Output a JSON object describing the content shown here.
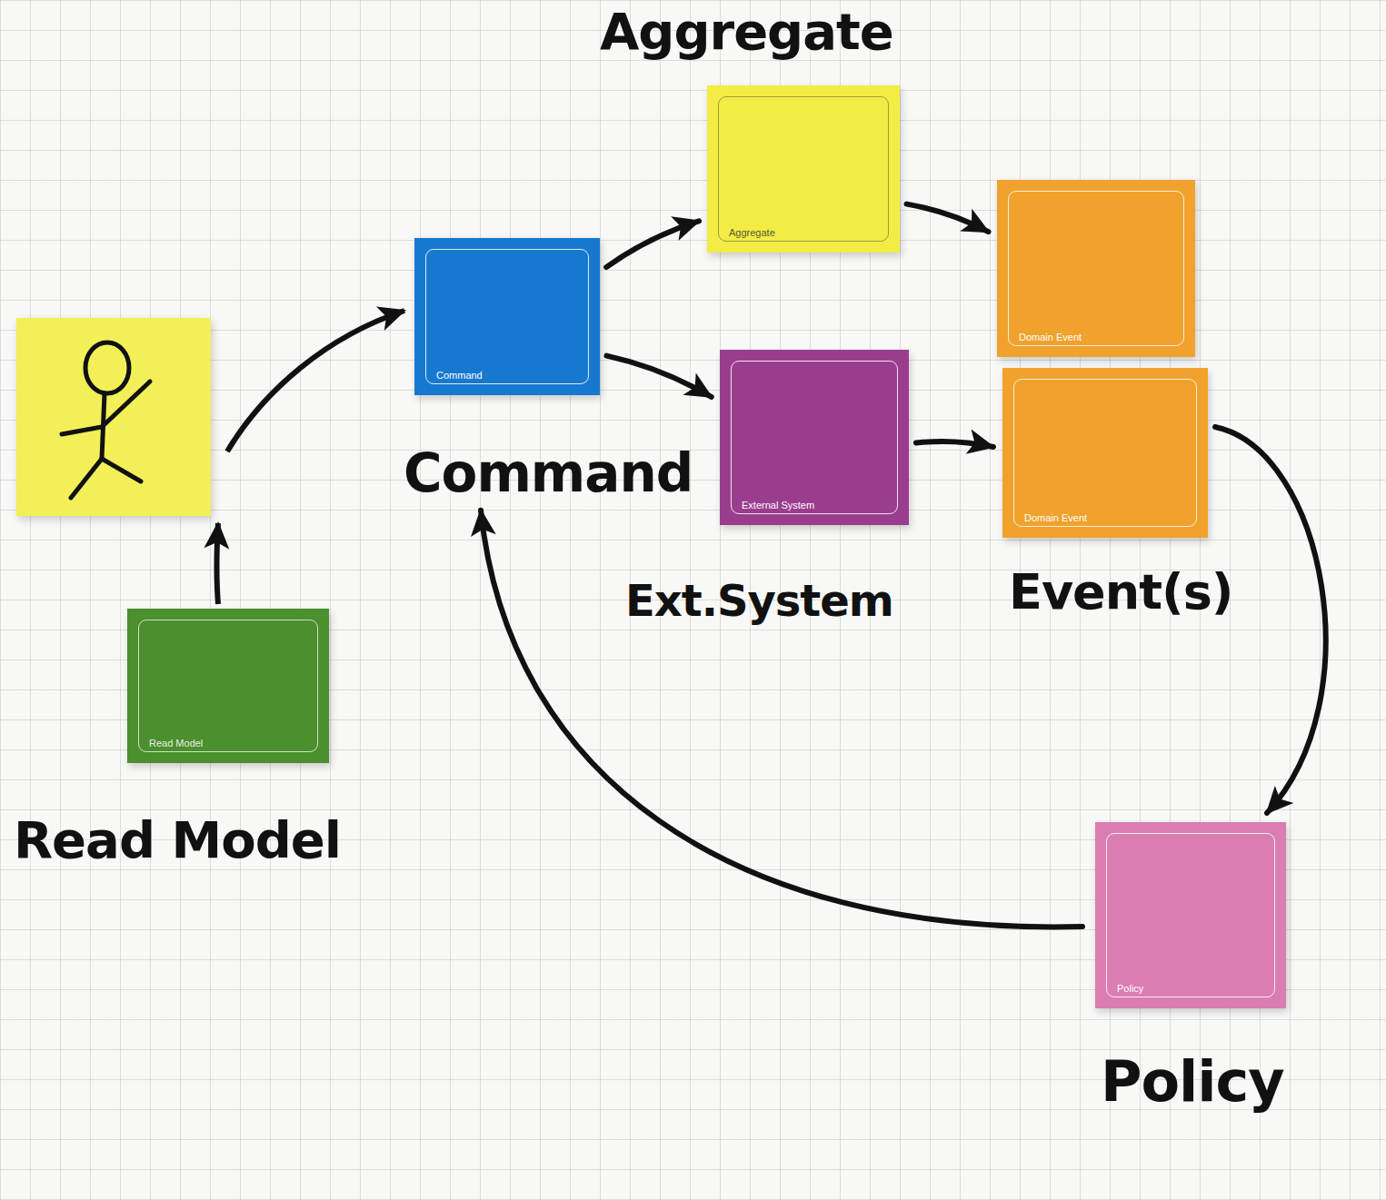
{
  "diagram": {
    "nodes": [
      {
        "text": [
          "Aggregate",
          "Aggregate"
        ]
      },
      {
        "text": [
          "Command",
          "Command"
        ]
      },
      {
        "text": [
          "External System",
          "Ext.System"
        ]
      },
      {
        "text": [
          "Domain Event"
        ]
      },
      {
        "text": [
          "Domain Event"
        ]
      },
      {
        "text": [
          "Read Model",
          "Read Model"
        ]
      },
      {
        "text": [
          "Policy",
          "Policy"
        ]
      }
    ],
    "edges": [
      {
        "from": 1,
        "to": 0,
        "arrow": "to"
      },
      {
        "from": 1,
        "to": 2,
        "arrow": "to"
      },
      {
        "from": 0,
        "to": 3,
        "arrow": "to"
      },
      {
        "from": 2,
        "to": 4,
        "arrow": "to"
      },
      {
        "from": 4,
        "to": 6,
        "arrow": "to"
      },
      {
        "from": 6,
        "to": 1,
        "arrow": "to"
      }
    ],
    "labels": [
      "Event(s)"
    ]
  }
}
